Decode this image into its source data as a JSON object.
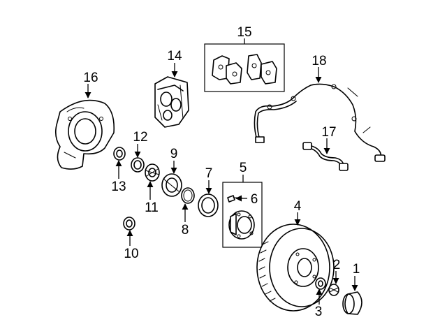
{
  "diagram": {
    "callouts": [
      {
        "id": "1",
        "label": "1"
      },
      {
        "id": "2",
        "label": "2"
      },
      {
        "id": "3",
        "label": "3"
      },
      {
        "id": "4",
        "label": "4"
      },
      {
        "id": "5",
        "label": "5"
      },
      {
        "id": "6",
        "label": "6"
      },
      {
        "id": "7",
        "label": "7"
      },
      {
        "id": "8",
        "label": "8"
      },
      {
        "id": "9",
        "label": "9"
      },
      {
        "id": "10",
        "label": "10"
      },
      {
        "id": "11",
        "label": "11"
      },
      {
        "id": "12",
        "label": "12"
      },
      {
        "id": "13",
        "label": "13"
      },
      {
        "id": "14",
        "label": "14"
      },
      {
        "id": "15",
        "label": "15"
      },
      {
        "id": "16",
        "label": "16"
      },
      {
        "id": "17",
        "label": "17"
      },
      {
        "id": "18",
        "label": "18"
      }
    ],
    "colors": {
      "line": "#000000",
      "background": "#ffffff",
      "shade": "#d8d8d8"
    }
  }
}
